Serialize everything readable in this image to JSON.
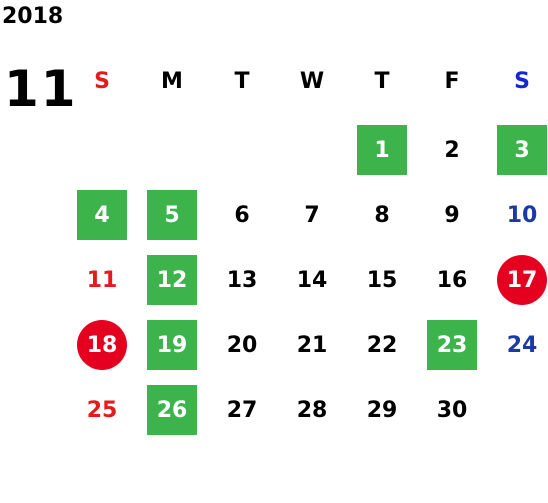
{
  "year": "2018",
  "month": "11",
  "weekdays": [
    "S",
    "M",
    "T",
    "W",
    "T",
    "F",
    "S"
  ],
  "weeks": [
    [
      null,
      null,
      null,
      null,
      {
        "d": "1",
        "m": "green"
      },
      {
        "d": "2",
        "m": ""
      },
      {
        "d": "3",
        "m": "green"
      }
    ],
    [
      {
        "d": "4",
        "m": "green"
      },
      {
        "d": "5",
        "m": "green"
      },
      {
        "d": "6",
        "m": ""
      },
      {
        "d": "7",
        "m": ""
      },
      {
        "d": "8",
        "m": ""
      },
      {
        "d": "9",
        "m": ""
      },
      {
        "d": "10",
        "m": ""
      }
    ],
    [
      {
        "d": "11",
        "m": ""
      },
      {
        "d": "12",
        "m": "green"
      },
      {
        "d": "13",
        "m": ""
      },
      {
        "d": "14",
        "m": ""
      },
      {
        "d": "15",
        "m": ""
      },
      {
        "d": "16",
        "m": ""
      },
      {
        "d": "17",
        "m": "red"
      }
    ],
    [
      {
        "d": "18",
        "m": "red"
      },
      {
        "d": "19",
        "m": "green"
      },
      {
        "d": "20",
        "m": ""
      },
      {
        "d": "21",
        "m": ""
      },
      {
        "d": "22",
        "m": ""
      },
      {
        "d": "23",
        "m": "green"
      },
      {
        "d": "24",
        "m": ""
      }
    ],
    [
      {
        "d": "25",
        "m": ""
      },
      {
        "d": "26",
        "m": "green"
      },
      {
        "d": "27",
        "m": ""
      },
      {
        "d": "28",
        "m": ""
      },
      {
        "d": "29",
        "m": ""
      },
      {
        "d": "30",
        "m": ""
      },
      null
    ]
  ],
  "colors": {
    "sunday": "#e41a1c",
    "saturday": "#1a3aa8",
    "marked_green": "#3cb44b",
    "marked_red": "#e60020"
  }
}
